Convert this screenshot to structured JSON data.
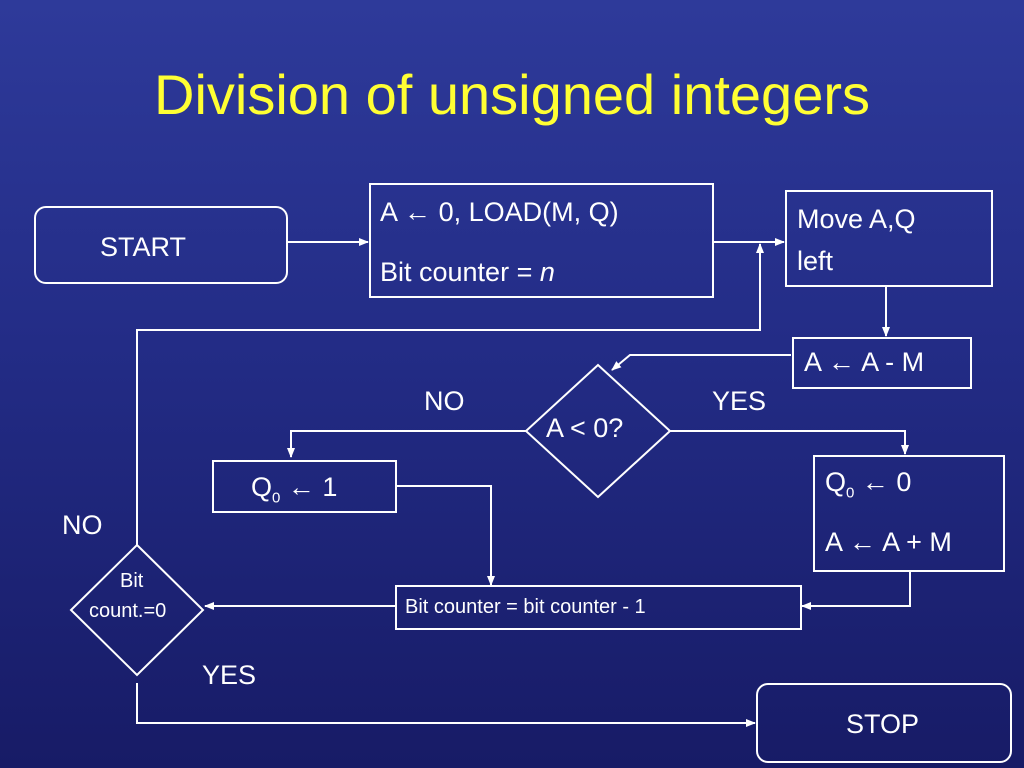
{
  "title": "Division of unsigned integers",
  "nodes": {
    "start": "START",
    "init_line1_op": "0, LOAD(M, Q)",
    "init_line2_prefix": "Bit counter = ",
    "init_line2_var": "n",
    "move_line1": "Move A,Q",
    "move_line2": "left",
    "sub_rhs": "A - M",
    "decision_a": "A < 0?",
    "q0_set1_val": "1",
    "q0_set0_val": "0",
    "restore_rhs": "A + M",
    "decrement": "Bit counter = bit counter - 1",
    "bitcount_line1": "Bit",
    "bitcount_line2": "count.=0",
    "stop": "STOP"
  },
  "labels": {
    "no_top": "NO",
    "yes_top": "YES",
    "no_left": "NO",
    "yes_bottom": "YES"
  },
  "symbols": {
    "arrow_left": "←",
    "reg_a": "A",
    "reg_q": "Q",
    "subscript_0": "0"
  },
  "colors": {
    "title": "#ffff33",
    "lines": "#ffffff"
  }
}
